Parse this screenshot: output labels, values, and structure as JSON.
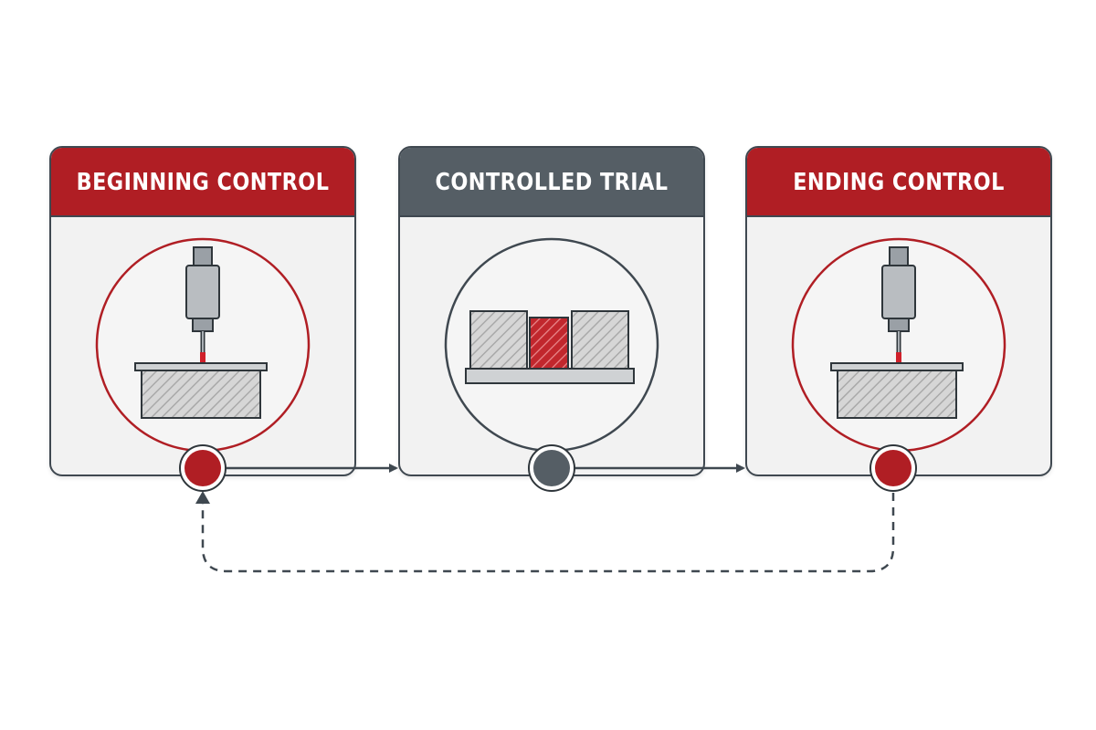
{
  "steps": [
    {
      "title": "BEGINNING CONTROL",
      "header_color": "#b01e24",
      "ring_color": "#b01e24",
      "node_color": "#b01e24",
      "illustration": "probe-measuring-block"
    },
    {
      "title": "CONTROLLED TRIAL",
      "header_color": "#555e65",
      "ring_color": "#3f4850",
      "node_color": "#555e65",
      "illustration": "blocks-on-fixture"
    },
    {
      "title": "ENDING CONTROL",
      "header_color": "#b01e24",
      "ring_color": "#b01e24",
      "node_color": "#b01e24",
      "illustration": "probe-measuring-block"
    }
  ],
  "connectors": {
    "forward": [
      "begin-to-trial",
      "trial-to-end"
    ],
    "loop_back": "end-to-begin",
    "line_color": "#3f4850"
  },
  "icons": [
    "probe-icon",
    "measured-block-icon",
    "fixture-plate-icon",
    "highlighted-block-icon"
  ]
}
